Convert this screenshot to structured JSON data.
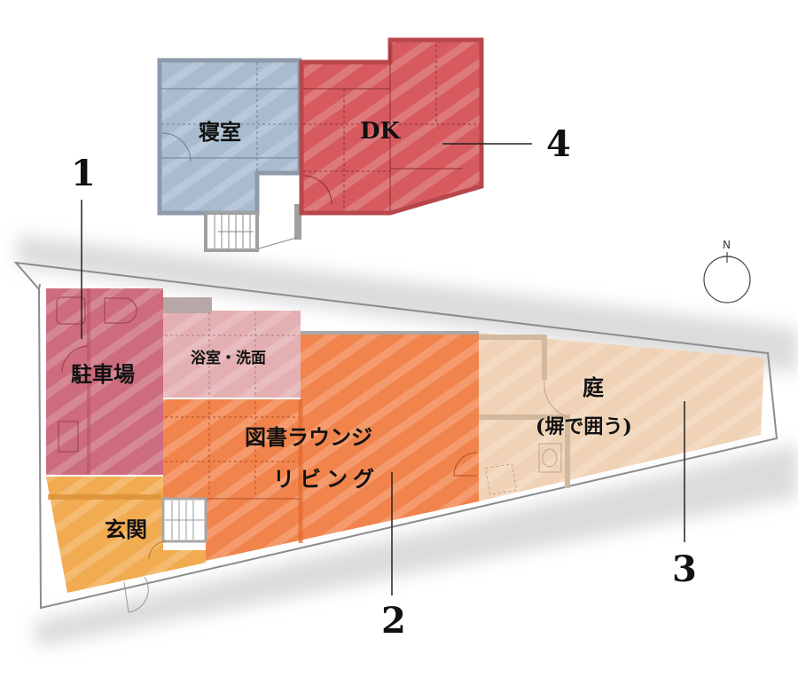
{
  "floor_plan": {
    "upper_floor": {
      "rooms": [
        {
          "id": "bedroom",
          "label": "寝室",
          "color": "#9fb4c9"
        },
        {
          "id": "dk",
          "label": "DK",
          "color": "#d04a4f"
        }
      ]
    },
    "ground_floor": {
      "rooms": [
        {
          "id": "parking",
          "label": "駐車場",
          "color": "#cc6577"
        },
        {
          "id": "bath",
          "label": "浴室・洗面",
          "color": "#e2a9ad"
        },
        {
          "id": "library",
          "label": "図書ラウンジ",
          "color": "#f2814a"
        },
        {
          "id": "living",
          "label": "リビング",
          "color": "#f2814a"
        },
        {
          "id": "entrance",
          "label": "玄関",
          "color": "#f1a94c"
        },
        {
          "id": "garden",
          "label": "庭",
          "color": "#efcfb0"
        },
        {
          "id": "garden_note",
          "label": "(塀で囲う)",
          "color": "#efcfb0"
        }
      ]
    },
    "callouts": [
      {
        "number": "1",
        "target": "駐車場"
      },
      {
        "number": "2",
        "target": "図書ラウンジ・リビング"
      },
      {
        "number": "3",
        "target": "庭"
      },
      {
        "number": "4",
        "target": "DK"
      }
    ],
    "compass": {
      "label": "N"
    }
  }
}
